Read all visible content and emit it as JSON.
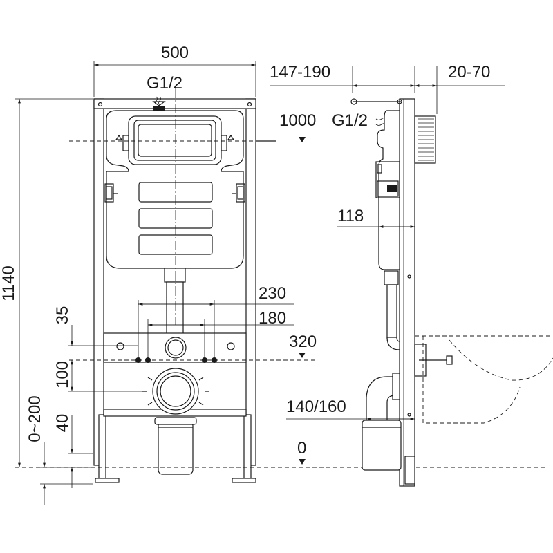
{
  "front_view": {
    "width_label": "500",
    "inlet_label": "G1/2",
    "height_label": "1140",
    "actuator_height_label": "1000",
    "bolt_spacing_outer_label": "230",
    "bolt_spacing_inner_label": "180",
    "bolt_height_label": "320",
    "dim_35_label": "35",
    "dim_100_label": "100",
    "dim_adjust_label": "0~200",
    "dim_40_label": "40",
    "floor_label": "0"
  },
  "side_view": {
    "depth_label": "147-190",
    "wall_range_label": "20-70",
    "inlet_label": "G1/2",
    "dim_118_label": "118",
    "outlet_label": "140/160"
  }
}
